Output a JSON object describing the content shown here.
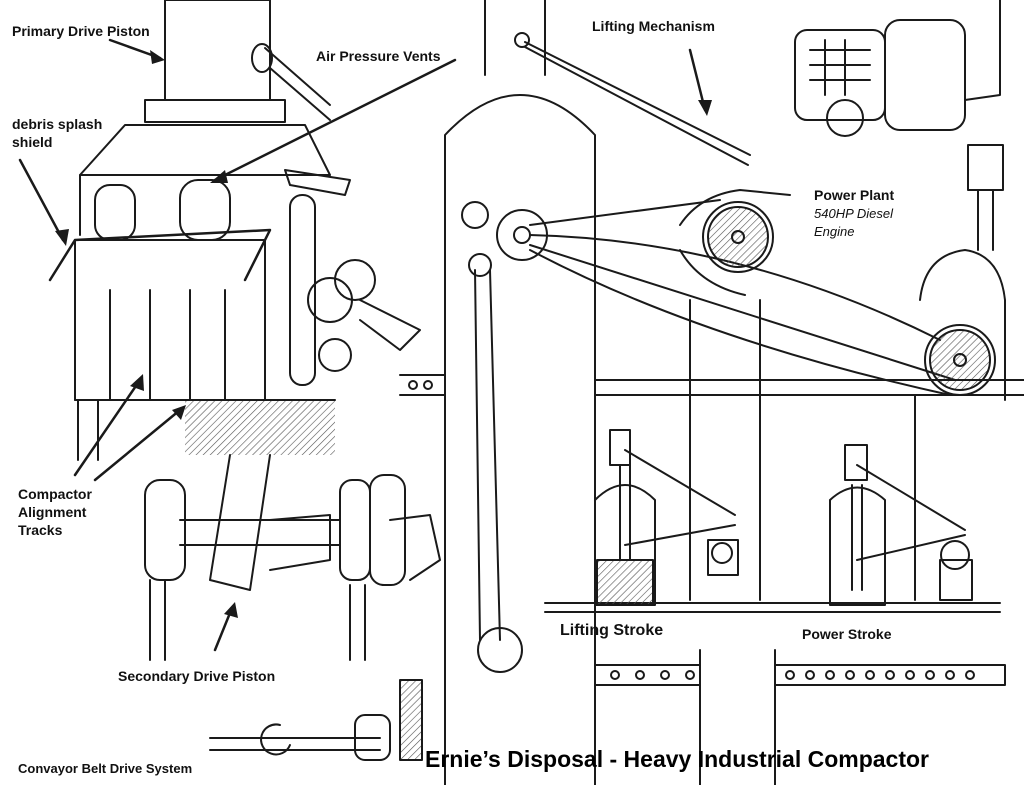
{
  "title": "Ernie’s Disposal - Heavy Industrial Compactor",
  "labels": {
    "primary_drive_piston": "Primary Drive Piston",
    "air_pressure_vents": "Air Pressure Vents",
    "lifting_mechanism": "Lifting Mechanism",
    "debris_splash_shield_1": "debris splash",
    "debris_splash_shield_2": "shield",
    "power_plant": "Power Plant",
    "power_plant_spec_1": "540HP Diesel",
    "power_plant_spec_2": "Engine",
    "compactor_alignment_1": "Compactor",
    "compactor_alignment_2": "Alignment",
    "compactor_alignment_3": "Tracks",
    "lifting_stroke": "Lifting Stroke",
    "power_stroke": "Power Stroke",
    "secondary_drive_piston": "Secondary Drive Piston",
    "conveyor_belt_drive": "Convayor Belt Drive System"
  },
  "colors": {
    "ink": "#1a1a1a",
    "shade": "#bdbdbd",
    "paper": "#ffffff"
  }
}
